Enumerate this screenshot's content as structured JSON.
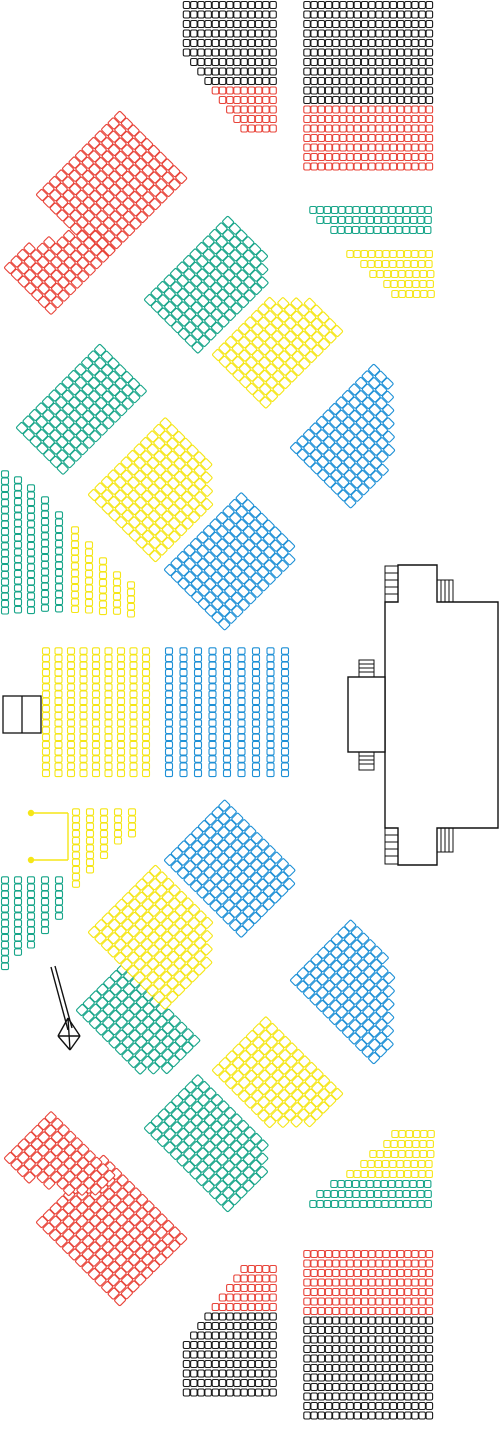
{
  "colors": {
    "black": "#1a1a1a",
    "red": "#e8443a",
    "teal": "#17a589",
    "yellow": "#f5e617",
    "blue": "#1e90d6",
    "outline": "#111111"
  },
  "tiers": [
    "black",
    "red",
    "teal",
    "yellow",
    "blue"
  ],
  "icons": {
    "stage": "stage-icon",
    "camera_crane": "camera-crane-icon",
    "control_booth": "control-booth-icon"
  }
}
